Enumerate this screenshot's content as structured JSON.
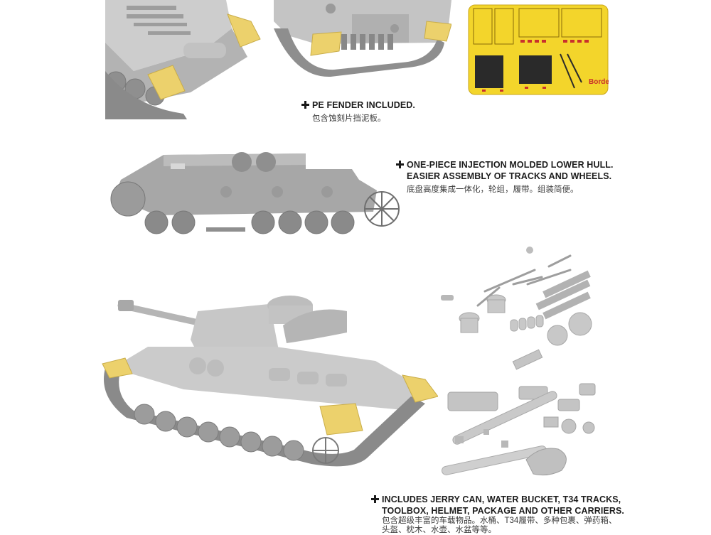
{
  "features": {
    "fender": {
      "en": "PE FENDER INCLUDED.",
      "cn": "包含蚀刻片挡泥板。"
    },
    "hull": {
      "en_line1": "ONE-PIECE INJECTION MOLDED LOWER HULL.",
      "en_line2": "EASIER ASSEMBLY OF TRACKS AND WHEELS.",
      "cn": "底盘高度集成一体化，轮组，履带。组装简便。"
    },
    "accessories": {
      "en_line1": "INCLUDES JERRY CAN, WATER BUCKET, T34 TRACKS,",
      "en_line2": "TOOLBOX, HELMET, PACKAGE AND OTHER CARRIERS.",
      "cn_line1": "包含超级丰富的车载物品。水桶、T34履带、多种包裹、弹药箱、",
      "cn_line2": "头盔、枕木、水壶、水盆等等。"
    }
  },
  "pe_sheet": {
    "brand_text": "Border"
  },
  "colors": {
    "model_grey": "#a9a9a9",
    "model_light": "#cfcfcf",
    "pe_yellow": "#ecd16c",
    "sheet_yellow": "#f3d52b",
    "accent_red": "#c9302c"
  }
}
